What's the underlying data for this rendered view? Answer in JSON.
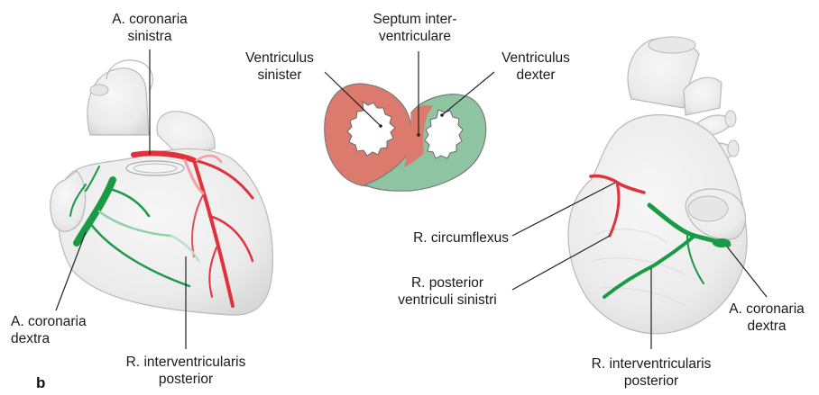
{
  "panel_label": "b",
  "colors": {
    "left_coronary": "#e0323c",
    "right_coronary": "#1a9a45",
    "left_ventricle_wall": "#dc7a6e",
    "right_ventricle_wall": "#8fc4a2",
    "heart_surface": "#eeeeee",
    "heart_outline": "#b9b9b9"
  },
  "labels": {
    "anterior_left_coronary": [
      "A. coronaria",
      "sinistra"
    ],
    "anterior_right_coronary": [
      "A. coronaria",
      "dextra"
    ],
    "anterior_interventricular": [
      "R. interventricularis",
      "posterior"
    ],
    "section_lv": [
      "Ventriculus",
      "sinister"
    ],
    "section_septum": [
      "Septum inter-",
      "ventriculare"
    ],
    "section_rv": [
      "Ventriculus",
      "dexter"
    ],
    "posterior_circumflex": [
      "R. circumflexus"
    ],
    "posterior_lv_branch": [
      "R. posterior",
      "ventriculi sinistri"
    ],
    "posterior_right_coronary": [
      "A. coronaria",
      "dextra"
    ],
    "posterior_interventricular": [
      "R. interventricularis",
      "posterior"
    ]
  }
}
